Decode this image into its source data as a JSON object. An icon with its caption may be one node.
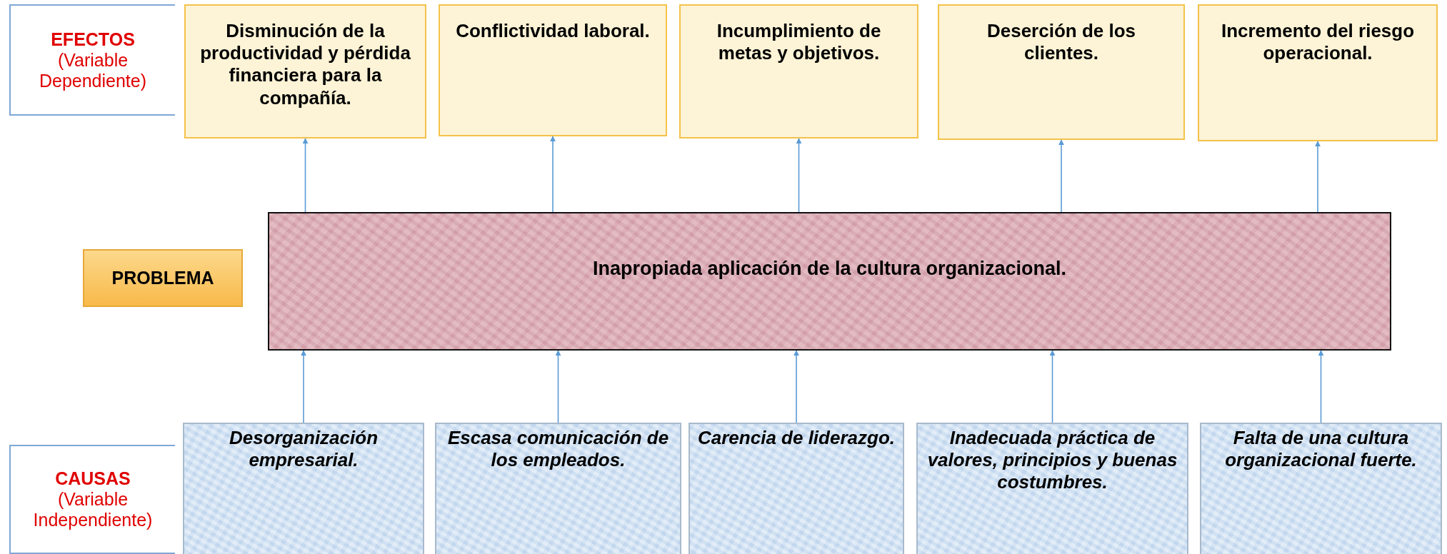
{
  "diagram": {
    "nodes": [
      {
        "text": [
          "EFECTOS",
          "(Variable Dependiente)"
        ]
      },
      {
        "text": [
          "Disminución de la productividad y pérdida financiera para la compañía."
        ]
      },
      {
        "text": [
          "Conflictividad laboral."
        ]
      },
      {
        "text": [
          "Incumplimiento de metas y objetivos."
        ]
      },
      {
        "text": [
          "Deserción de los clientes."
        ]
      },
      {
        "text": [
          "Incremento del riesgo operacional."
        ]
      },
      {
        "text": [
          "PROBLEMA"
        ]
      },
      {
        "text": [
          "Inapropiada aplicación de la cultura organizacional."
        ]
      },
      {
        "text": [
          "CAUSAS",
          "(Variable Independiente)"
        ]
      },
      {
        "text": [
          "Desorganización empresarial."
        ]
      },
      {
        "text": [
          "Escasa comunicación de los empleados."
        ]
      },
      {
        "text": [
          "Carencia de liderazgo."
        ]
      },
      {
        "text": [
          "Inadecuada práctica de valores, principios y buenas costumbres."
        ]
      },
      {
        "text": [
          "Falta de una cultura organizacional fuerte."
        ]
      }
    ],
    "edges": [
      {
        "from": 7,
        "to": 1,
        "arrow": "to"
      },
      {
        "from": 7,
        "to": 2,
        "arrow": "to"
      },
      {
        "from": 7,
        "to": 3,
        "arrow": "to"
      },
      {
        "from": 7,
        "to": 4,
        "arrow": "to"
      },
      {
        "from": 7,
        "to": 5,
        "arrow": "to"
      },
      {
        "from": 9,
        "to": 7,
        "arrow": "to"
      },
      {
        "from": 10,
        "to": 7,
        "arrow": "to"
      },
      {
        "from": 11,
        "to": 7,
        "arrow": "to"
      },
      {
        "from": 12,
        "to": 7,
        "arrow": "to"
      },
      {
        "from": 13,
        "to": 7,
        "arrow": "to"
      }
    ]
  }
}
